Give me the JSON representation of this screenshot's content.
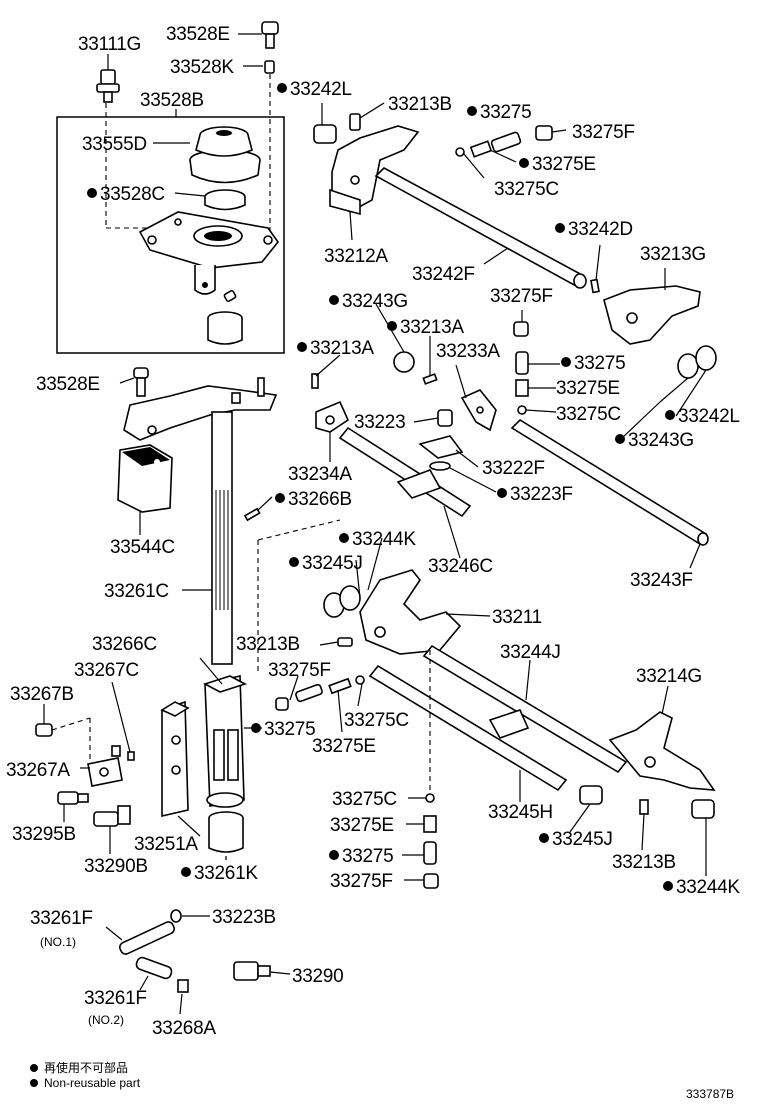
{
  "parts": {
    "p33111G": "33111G",
    "p33528E_a": "33528E",
    "p33528K": "33528K",
    "p33528B": "33528B",
    "p33555D": "33555D",
    "p33528C": "33528C",
    "p33242L_a": "33242L",
    "p33213B_a": "33213B",
    "p33275_a": "33275",
    "p33275F_a": "33275F",
    "p33275E_a": "33275E",
    "p33275C_a": "33275C",
    "p33212A": "33212A",
    "p33242F": "33242F",
    "p33242D": "33242D",
    "p33213G": "33213G",
    "p33275F_b": "33275F",
    "p33243G_a": "33243G",
    "p33213A_a": "33213A",
    "p33213A_b": "33213A",
    "p33233A": "33233A",
    "p33275_b": "33275",
    "p33275E_b": "33275E",
    "p33275C_b": "33275C",
    "p33242L_b": "33242L",
    "p33243G_b": "33243G",
    "p33528E_b": "33528E",
    "p33223": "33223",
    "p33222F": "33222F",
    "p33234A": "33234A",
    "p33223F": "33223F",
    "p33266B": "33266B",
    "p33544C": "33544C",
    "p33244K_a": "33244K",
    "p33245J_a": "33245J",
    "p33246C": "33246C",
    "p33243F": "33243F",
    "p33261C": "33261C",
    "p33211": "33211",
    "p33266C": "33266C",
    "p33213B_b": "33213B",
    "p33244J": "33244J",
    "p33267C": "33267C",
    "p33275F_c": "33275F",
    "p33214G": "33214G",
    "p33267B": "33267B",
    "p33275_c": "33275",
    "p33275C_c": "33275C",
    "p33275E_c": "33275E",
    "p33267A": "33267A",
    "p33275C_d": "33275C",
    "p33245H": "33245H",
    "p33275E_d": "33275E",
    "p33245J_b": "33245J",
    "p33295B": "33295B",
    "p33251A": "33251A",
    "p33275_d": "33275",
    "p33213B_c": "33213B",
    "p33290B": "33290B",
    "p33261K": "33261K",
    "p33275F_d": "33275F",
    "p33244K_b": "33244K",
    "p33261F_a": "33261F",
    "p33223B": "33223B",
    "p33290": "33290",
    "p33261F_b": "33261F",
    "p33268A": "33268A"
  },
  "notes": {
    "no1": "(NO.1)",
    "no2": "(NO.2)"
  },
  "legend": {
    "japanese": "再使用不可部品",
    "english": "Non-reusable part"
  },
  "figure_id": "333787B"
}
